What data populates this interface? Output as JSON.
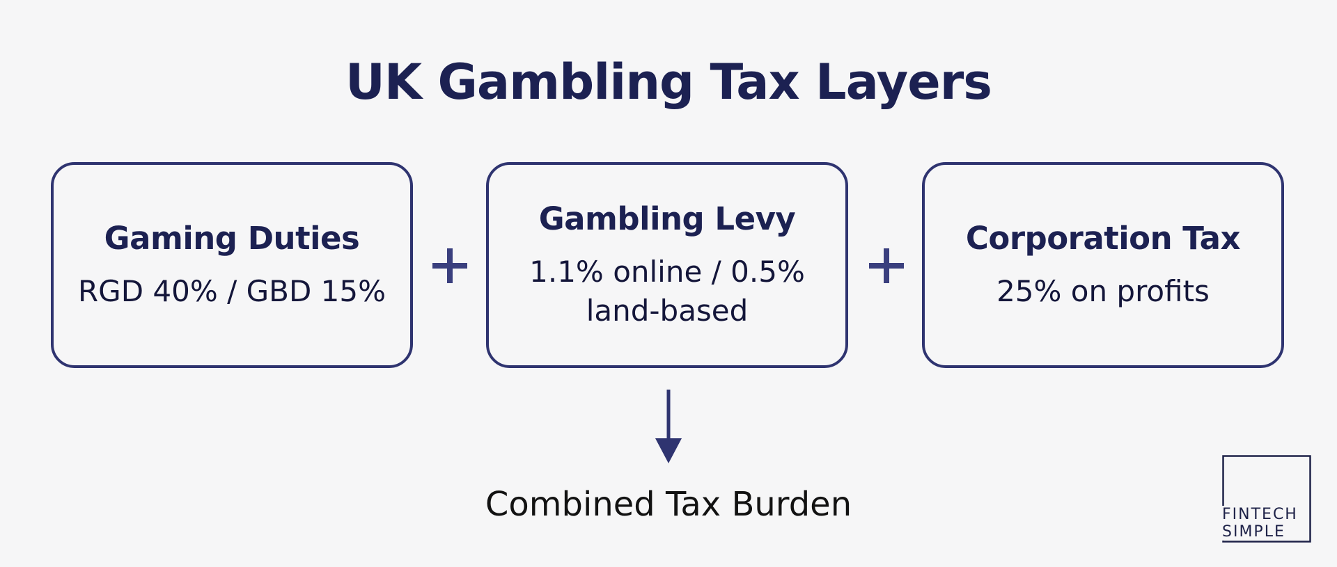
{
  "title": "UK Gambling Tax Layers",
  "colors": {
    "primary": "#1c2152",
    "border": "#2f3470",
    "background": "#f6f6f7"
  },
  "boxes": [
    {
      "title": "Gaming Duties",
      "text": "RGD 40% / GBD 15%"
    },
    {
      "title": "Gambling Levy",
      "text": "1.1% online / 0.5% land-based"
    },
    {
      "title": "Corporation Tax",
      "text": "25% on profits"
    }
  ],
  "operators": [
    "+",
    "+"
  ],
  "result": "Combined Tax Burden",
  "logo": {
    "line1": "FINTECH",
    "line2": "SIMPLE"
  }
}
